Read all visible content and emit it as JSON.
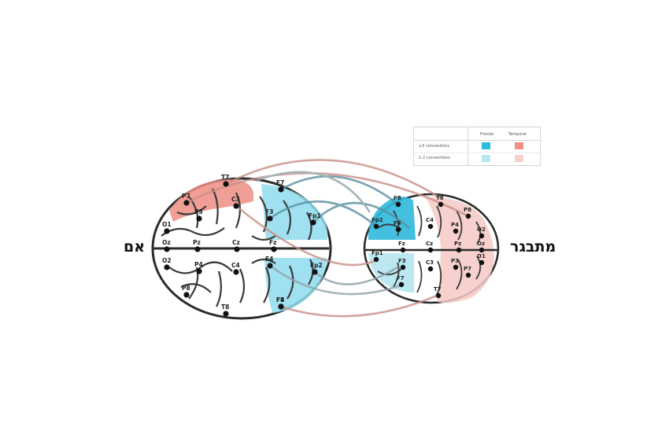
{
  "labels": {
    "left": "אם",
    "right": "מתבגר"
  },
  "legend": {
    "columns": [
      "Frontal",
      "Temporal"
    ],
    "rows": [
      {
        "label": "≥3 connections",
        "colors": [
          "#29bde0",
          "#ee8e84"
        ]
      },
      {
        "label": "1-2 connections",
        "colors": [
          "#b5e6f1",
          "#f7cfcb"
        ]
      }
    ]
  },
  "colors": {
    "frontal_region": "#8fdcee",
    "frontal_region_dark": "#2fb8dc",
    "temporal_region": "#ee8e84",
    "temporal_region_light": "#f5c9c4",
    "link_red": "#c98e86",
    "link_blue": "#5a8ea0",
    "link_gray": "#8fa2a8"
  },
  "brains": {
    "left": {
      "electrodes": [
        "T7",
        "F7",
        "P7",
        "C3",
        "P3",
        "F3",
        "F4",
        "O1",
        "Oz",
        "Pz",
        "Cz",
        "Fz",
        "Fp1",
        "O2",
        "P4",
        "C4",
        "F4",
        "Fp2",
        "P8",
        "F8",
        "T8"
      ]
    },
    "right": {
      "electrodes": [
        "F8",
        "T8",
        "P8",
        "Fp2",
        "F4",
        "C4",
        "P4",
        "O2",
        "Fz",
        "Cz",
        "Pz",
        "Oz",
        "Fp1",
        "F3",
        "C3",
        "P3",
        "O1",
        "F7",
        "P7",
        "T7"
      ]
    }
  }
}
